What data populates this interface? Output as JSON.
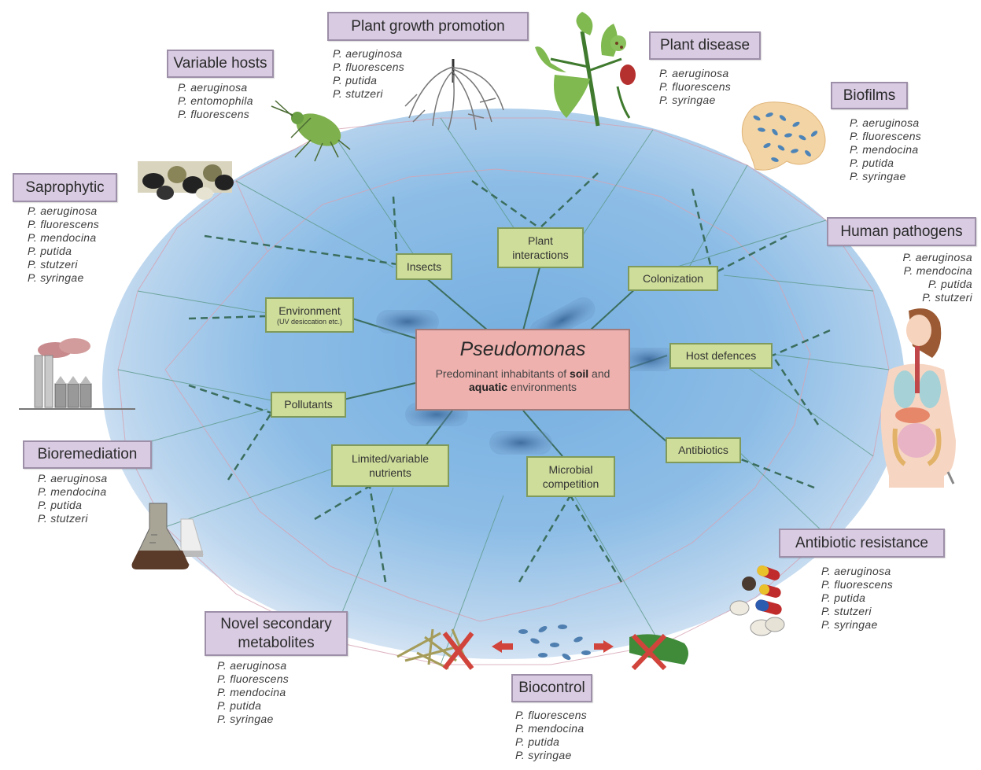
{
  "center": {
    "title": "Pseudomonas",
    "subtitle_part1": "Predominant inhabitants of ",
    "subtitle_bold1": "soil",
    "subtitle_part2": " and",
    "subtitle_bold2": "aquatic",
    "subtitle_part3": " environments"
  },
  "inner_nodes": {
    "insects": "Insects",
    "plant_interactions_line1": "Plant",
    "plant_interactions_line2": "interactions",
    "colonization": "Colonization",
    "environment": "Environment",
    "environment_note": "(UV desiccation etc.)",
    "host_defences": "Host defences",
    "pollutants": "Pollutants",
    "antibiotics": "Antibiotics",
    "limited_nutrients_line1": "Limited/variable",
    "limited_nutrients_line2": "nutrients",
    "microbial_competition_line1": "Microbial",
    "microbial_competition_line2": "competition"
  },
  "categories": {
    "variable_hosts": {
      "label": "Variable hosts",
      "species": [
        "P. aeruginosa",
        "P. entomophila",
        "P. fluorescens"
      ]
    },
    "plant_growth_promotion": {
      "label": "Plant growth promotion",
      "species": [
        "P. aeruginosa",
        "P. fluorescens",
        "P. putida",
        "P. stutzeri"
      ]
    },
    "plant_disease": {
      "label": "Plant disease",
      "species": [
        "P. aeruginosa",
        "P. fluorescens",
        "P. syringae"
      ]
    },
    "biofilms": {
      "label": "Biofilms",
      "species": [
        "P. aeruginosa",
        "P. fluorescens",
        "P. mendocina",
        "P. putida",
        "P. syringae"
      ]
    },
    "saprophytic": {
      "label": "Saprophytic",
      "species": [
        "P. aeruginosa",
        "P. fluorescens",
        "P. mendocina",
        "P. putida",
        "P. stutzeri",
        "P. syringae"
      ]
    },
    "human_pathogens": {
      "label": "Human pathogens",
      "species": [
        "P. aeruginosa",
        "P. mendocina",
        "P. putida",
        "P. stutzeri"
      ]
    },
    "bioremediation": {
      "label": "Bioremediation",
      "species": [
        "P. aeruginosa",
        "P. mendocina",
        "P. putida",
        "P. stutzeri"
      ]
    },
    "antibiotic_resistance": {
      "label": "Antibiotic resistance",
      "species": [
        "P. aeruginosa",
        "P. fluorescens",
        "P. putida",
        "P. stutzeri",
        "P. syringae"
      ]
    },
    "novel_secondary_metabolites": {
      "label_line1": "Novel secondary",
      "label_line2": "metabolites",
      "species": [
        "P. aeruginosa",
        "P. fluorescens",
        "P. mendocina",
        "P. putida",
        "P. syringae"
      ]
    },
    "biocontrol": {
      "label": "Biocontrol",
      "species": [
        "P. fluorescens",
        "P. mendocina",
        "P. putida",
        "P. syringae"
      ]
    }
  },
  "illustrations": [
    "aphid-icon",
    "fly-cluster-icon",
    "root-system-icon",
    "diseased-plant-icon",
    "biofilm-icon",
    "human-body-icon",
    "factory-icon",
    "flask-icon",
    "pills-icon",
    "fungus-crossed-icon",
    "bacteria-cluster-icon",
    "caterpillar-crossed-icon"
  ],
  "colors": {
    "category_box": "#d8cbe2",
    "node_box": "#cedd9a",
    "center_box": "#eeb1ae",
    "ellipse": "#7fb3df"
  }
}
